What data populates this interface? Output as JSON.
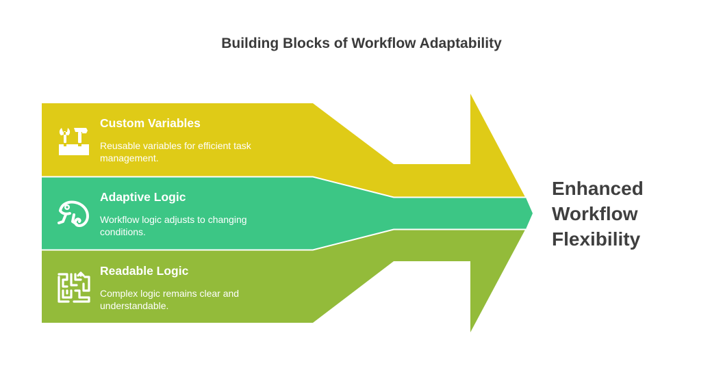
{
  "title": "Building Blocks of Workflow Adaptability",
  "blocks": [
    {
      "title": "Custom Variables",
      "description": "Reusable variables for efficient task management.",
      "icon": "tools-icon",
      "color": "#dfcb17"
    },
    {
      "title": "Adaptive Logic",
      "description": "Workflow logic adjusts to changing conditions.",
      "icon": "chameleon-icon",
      "color": "#3cc685"
    },
    {
      "title": "Readable Logic",
      "description": "Complex logic remains clear and understandable.",
      "icon": "maze-icon",
      "color": "#93bb3a"
    }
  ],
  "outcome": "Enhanced Workflow Flexibility"
}
